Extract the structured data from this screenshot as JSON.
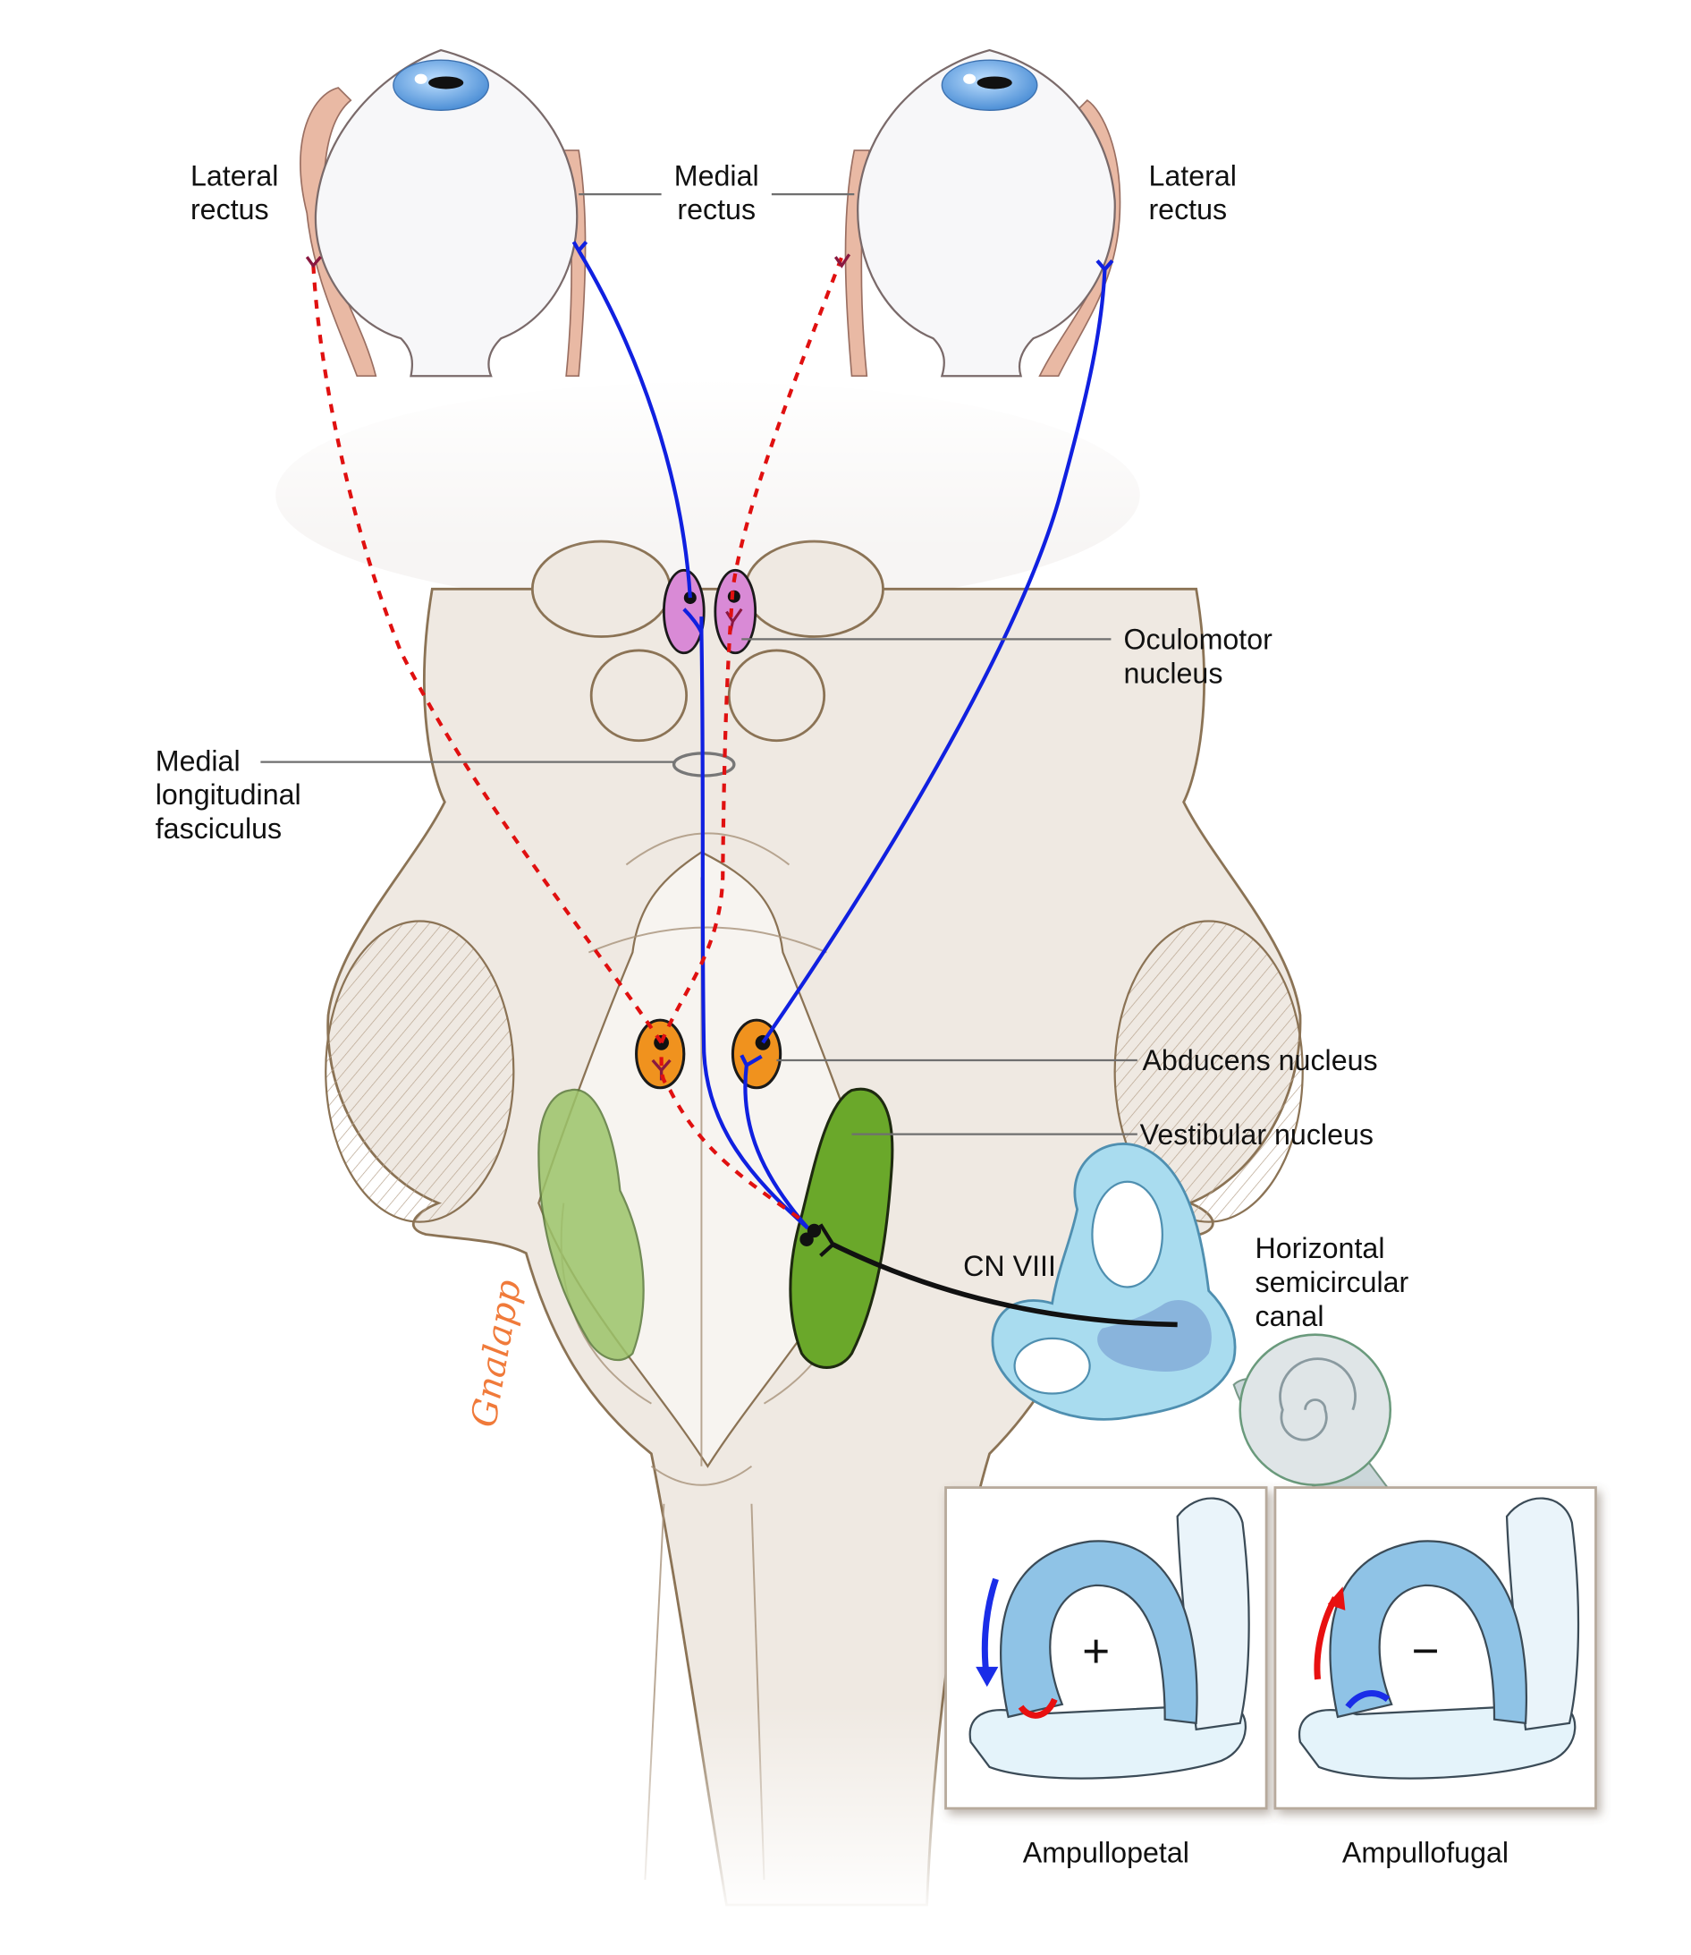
{
  "title": "Horizontal vestibulo-ocular reflex pathway",
  "labels": {
    "lateral_rectus_left": [
      "Lateral",
      "rectus"
    ],
    "medial_rectus": [
      "Medial",
      "rectus"
    ],
    "lateral_rectus_right": [
      "Lateral",
      "rectus"
    ],
    "oculomotor_nucleus": [
      "Oculomotor",
      "nucleus"
    ],
    "mlf": [
      "Medial",
      "longitudinal",
      "fasciculus"
    ],
    "abducens_nucleus": "Abducens nucleus",
    "vestibular_nucleus": "Vestibular nucleus",
    "cn_viii": "CN VIII",
    "horizontal_canal": [
      "Horizontal",
      "semicircular",
      "canal"
    ]
  },
  "panels": [
    {
      "caption": "Ampullopetal",
      "sign": "+",
      "arrow": "down",
      "arrow_color": "#1a2de8",
      "cupula_color": "#e81010"
    },
    {
      "caption": "Ampullofugal",
      "sign": "−",
      "arrow": "up",
      "arrow_color": "#e81010",
      "cupula_color": "#1a2de8"
    }
  ],
  "signature": "Gnalapp",
  "colors": {
    "excitatory": "#1020e0",
    "inhibitory": "#e01010",
    "oculomotor": "#d98ad6",
    "abducens": "#f0921e",
    "vestibular_active": "#6aa82a",
    "vestibular_inactive": "#9cc46a",
    "signature": "#f07a3a"
  }
}
